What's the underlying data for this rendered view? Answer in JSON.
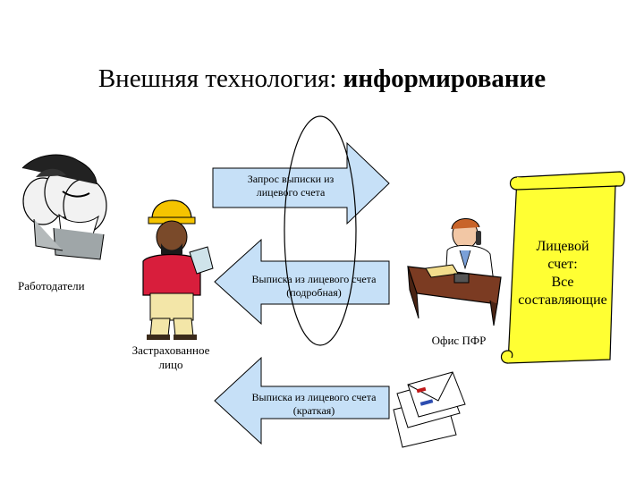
{
  "title": {
    "prefix": "Внешняя технология: ",
    "emphasis": "информирование"
  },
  "arrows": {
    "request": {
      "line1": "Запрос выписки из",
      "line2": "лицевого счета"
    },
    "detailed": {
      "line1": "Выписка из лицевого счета",
      "line2": "(подробная)"
    },
    "brief": {
      "line1": "Выписка из лицевого счета",
      "line2": "(краткая)"
    }
  },
  "actors": {
    "employers": "Работодатели",
    "insured": {
      "line1": "Застрахованное",
      "line2": "лицо"
    },
    "office": "Офис ПФР"
  },
  "scroll": {
    "line1": "Лицевой",
    "line2": "счет:",
    "line3": "Все",
    "line4": "составляющие"
  },
  "colors": {
    "arrow_fill": "#c6e0f7",
    "scroll_fill": "#ffff33",
    "helmet": "#f5c400",
    "shirt": "#d81e3c"
  }
}
